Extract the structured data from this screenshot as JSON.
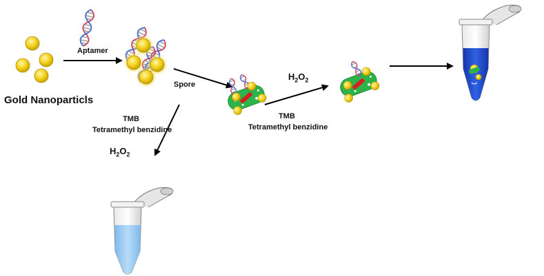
{
  "labels": {
    "gold_nanoparticles": "Gold Nanoparticls",
    "aptamer": "Aptamer",
    "spore": "Spore",
    "tmb_left": "TMB",
    "tmb_left_full": "Tetramethyl benzidine",
    "tmb_mid": "TMB",
    "tmb_mid_full": "Tetramethyl benzidine",
    "h2o2_top": {
      "h": "H",
      "sub1": "2",
      "o": "O",
      "sub2": "2"
    },
    "h2o2_left": {
      "h": "H",
      "sub1": "2",
      "o": "O",
      "sub2": "2"
    }
  },
  "colors": {
    "gold": "#f5d21e",
    "gold_edge": "#c9a400",
    "spore_green": "#2db34a",
    "spore_core": "#d42020",
    "solution_light_blue": "#a8d4f5",
    "solution_dark_blue": "#1f4fd6",
    "dna_red": "#d9455f",
    "dna_blue": "#4c6fd6"
  },
  "icons": [
    "gold-nanoparticle-icon",
    "dna-helix-icon",
    "spore-icon",
    "microcentrifuge-tube-icon"
  ]
}
